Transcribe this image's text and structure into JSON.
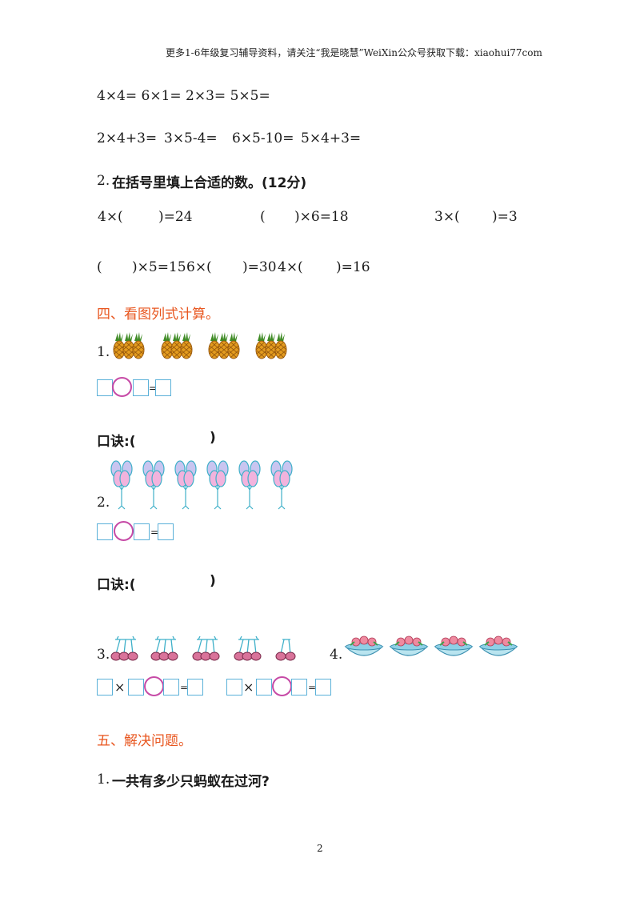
{
  "header": "更多1-6年级复习辅导资料，请关注“我是晓慧”WeiXin公众号获取下载：xiaohui77com",
  "calc_row1": "4×4=  6×1=  2×3=  5×5=",
  "calc_row2a": "2×4+3=",
  "calc_row2b": "3×5-4=",
  "calc_row2c": "6×5-10=",
  "calc_row2d": "5×4+3=",
  "q2_num": "2.",
  "q2_title": "在括号里填上合适的数。(12分)",
  "fill_row1": {
    "a1": "4×(",
    "a2": ")=24",
    "b1": "(",
    "b2": ")×6=18",
    "c1": "3×(",
    "c2": ")=3"
  },
  "fill_row2": {
    "a1": "(",
    "a2": ")×5=15",
    "b1": "6×(",
    "b2": ")=30",
    "c1": "4×(",
    "c2": ")=16"
  },
  "section4_title": "四、看图列式计算。",
  "item1_num": "1.",
  "item2_num": "2.",
  "item3_num": "3.",
  "item4_num": "4.",
  "equals": "=",
  "times": "×",
  "koujue_open": "口诀:(",
  "koujue_close": ")",
  "section5_title": "五、解决问题。",
  "p1_num": "1.",
  "p1_text": "一共有多少只蚂蚁在过河?",
  "page_number": "2"
}
